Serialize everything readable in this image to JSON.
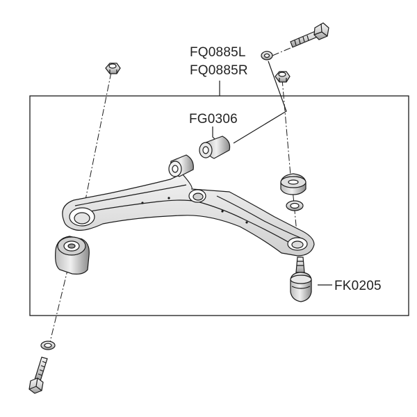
{
  "labels": {
    "bushing_pair_left": "FQ0885L",
    "bushing_pair_right": "FQ0885R",
    "front_bushing": "FG0306",
    "ball_joint": "FK0205"
  },
  "colors": {
    "line": "#1a1a1a",
    "background": "#ffffff",
    "metal_light": "#e8e8e8",
    "metal_mid": "#c9c9c9",
    "metal_dark": "#8f8f8f"
  }
}
